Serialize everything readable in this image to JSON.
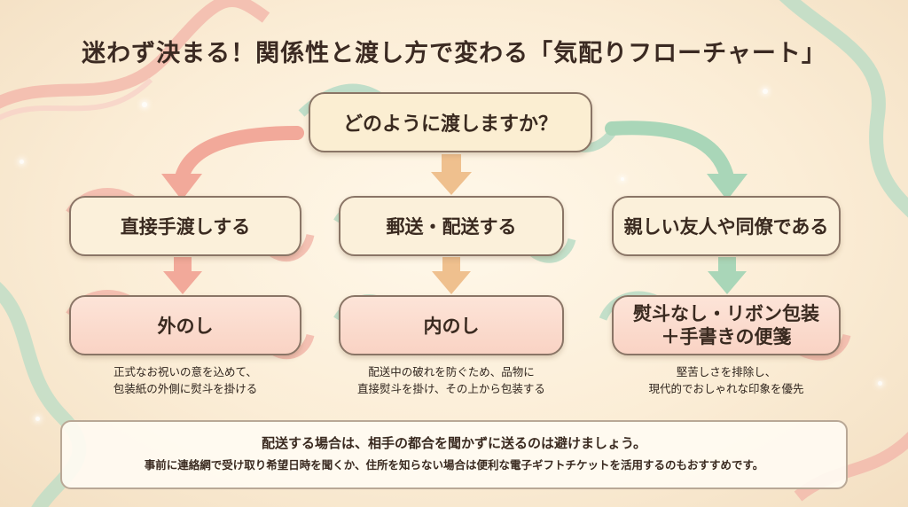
{
  "title": "迷わず決まる！関係性と渡し方で変わる「気配りフローチャート」",
  "root": {
    "label": "どのように渡しますか？"
  },
  "branches": [
    {
      "condition": "直接手渡しする",
      "result": "外のし",
      "desc1": "正式なお祝いの意を込めて、",
      "desc2": "包装紙の外側に熨斗を掛ける"
    },
    {
      "condition": "郵送・配送する",
      "result": "内のし",
      "desc1": "配送中の破れを防ぐため、品物に",
      "desc2": "直接熨斗を掛け、その上から包装する"
    },
    {
      "condition": "親しい友人や同僚である",
      "result_line1": "熨斗なし・リボン包装",
      "result_line2": "＋手書きの便箋",
      "desc1": "堅苦しさを排除し、",
      "desc2": "現代的でおしゃれな印象を優先"
    }
  ],
  "note": {
    "line1": "配送する場合は、相手の都合を聞かずに送るのは避けましょう。",
    "line2": "事前に連絡網で受け取り希望日時を聞くか、住所を知らない場合は便利な電子ギフトチケットを活用するのもおすすめです。"
  },
  "colors": {
    "pink_arrow": "#f2a99a",
    "orange_arrow": "#efc08e",
    "green_arrow": "#a9d6b8",
    "ribbon_pink": "#f2b7aa",
    "ribbon_green": "#b9dcc6"
  }
}
